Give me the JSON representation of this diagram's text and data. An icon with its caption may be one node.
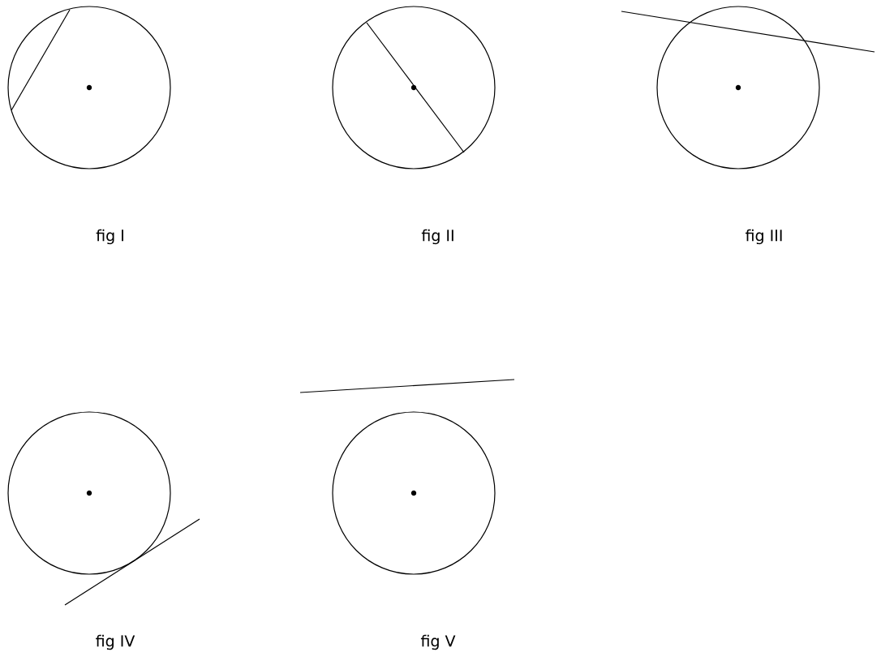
{
  "diagram": {
    "nodes": [
      {
        "text": [],
        "shape": "circle",
        "beside": [
          "fig I"
        ]
      },
      {
        "text": [],
        "shape": "circle",
        "beside": [
          "fig II"
        ]
      },
      {
        "text": [],
        "shape": "circle",
        "beside": [
          "fig III"
        ]
      },
      {
        "text": [],
        "shape": "circle",
        "beside": [
          "fig IV"
        ]
      },
      {
        "text": [],
        "shape": "circle",
        "beside": [
          "fig V"
        ]
      }
    ]
  }
}
